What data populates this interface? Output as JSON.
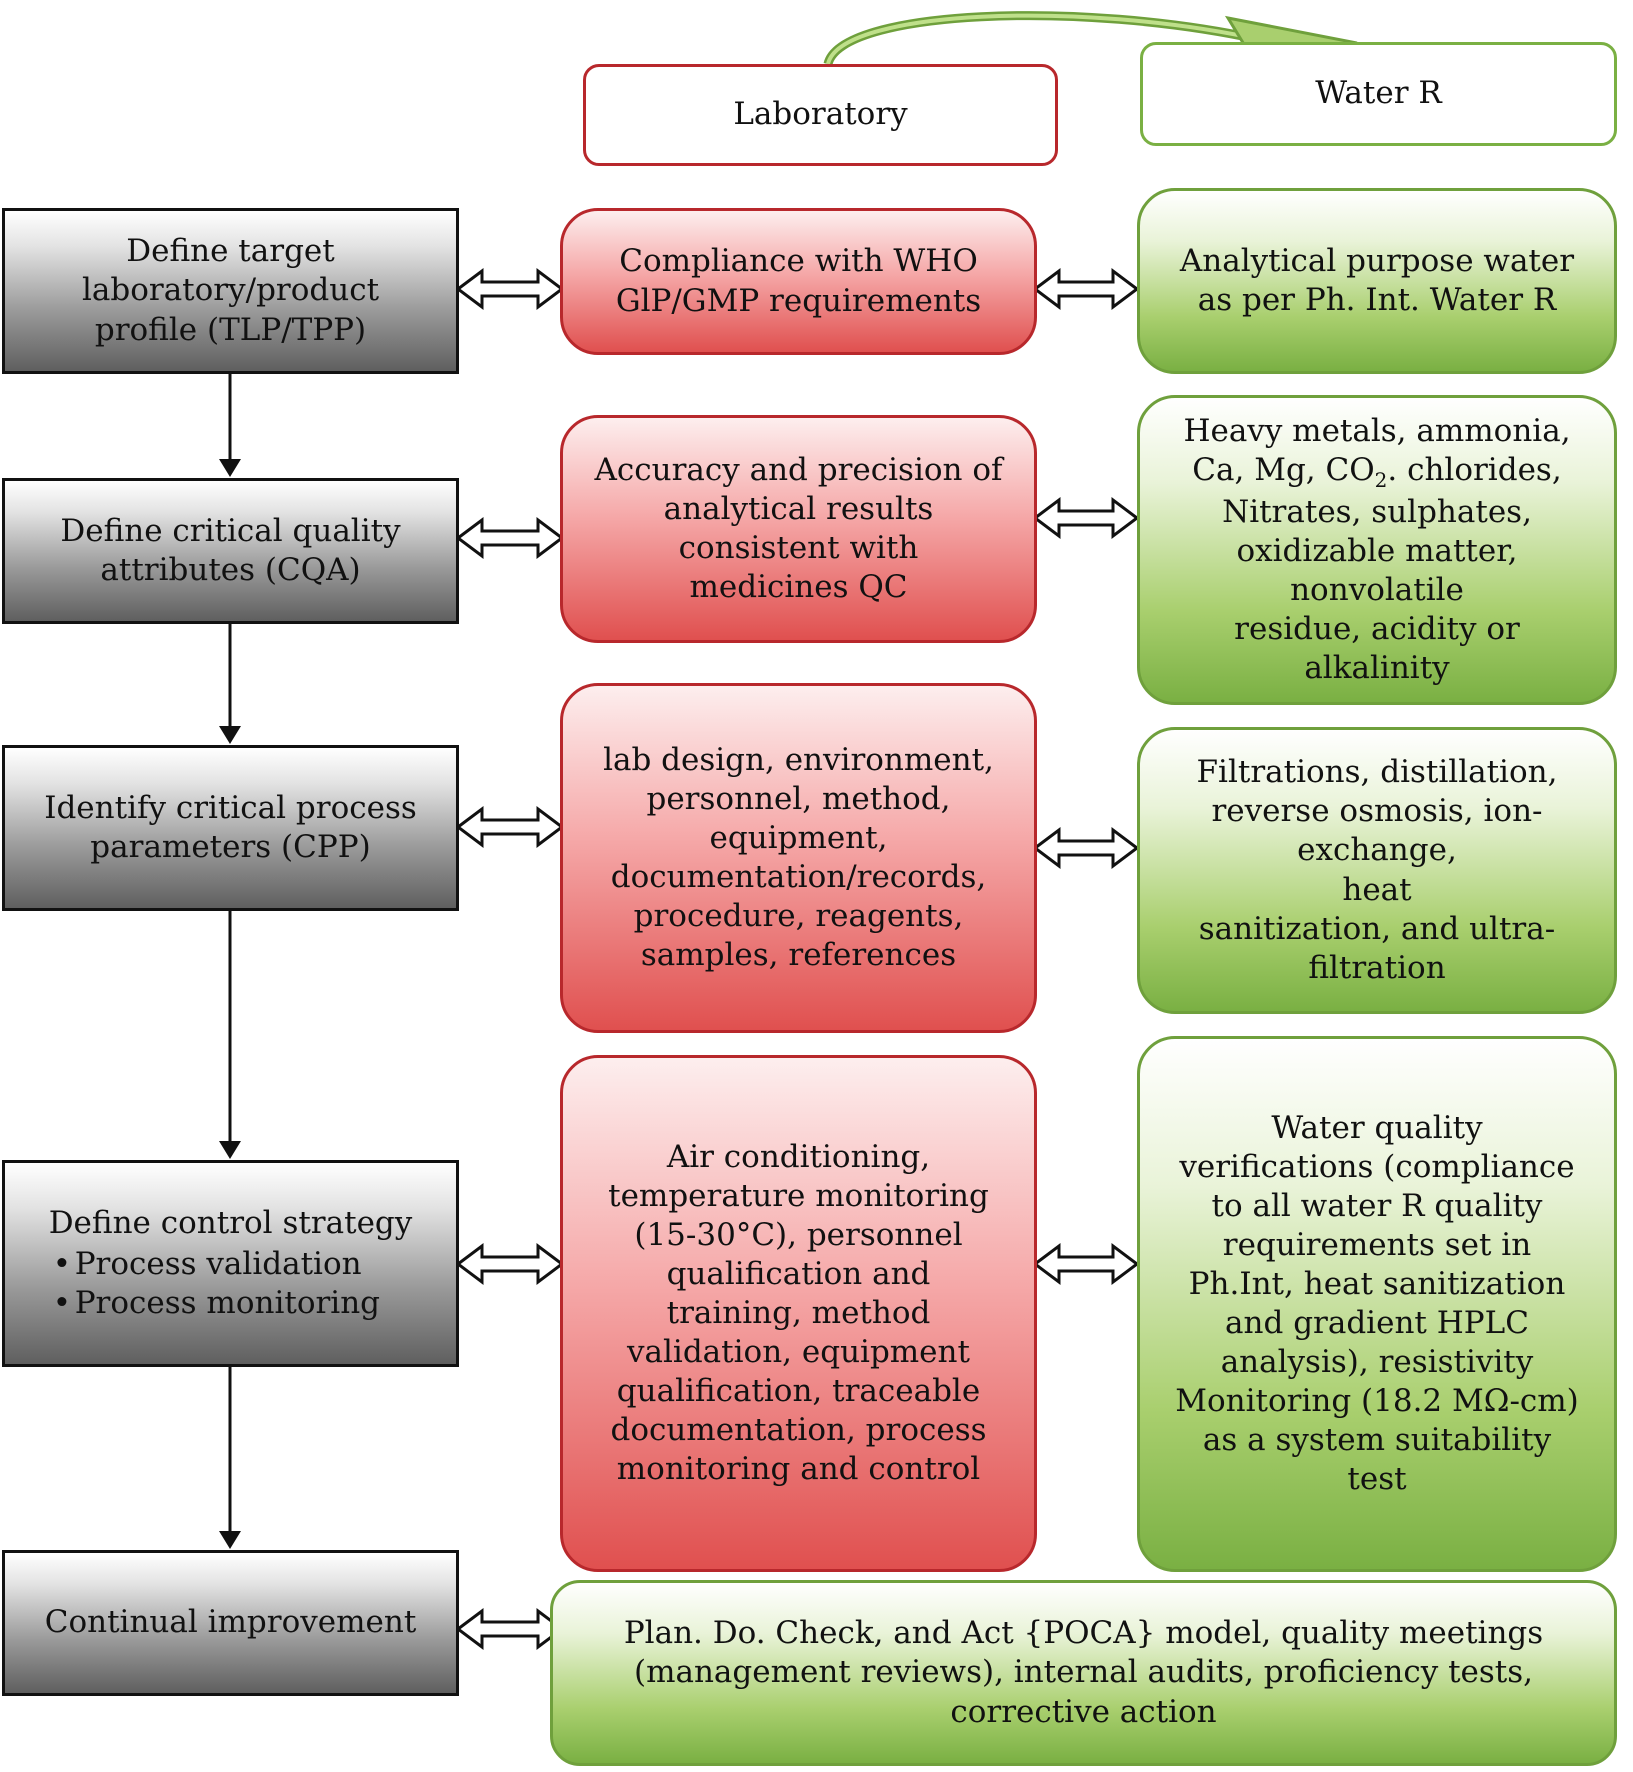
{
  "headers": {
    "lab": "Laboratory",
    "water": "Water R"
  },
  "steps": [
    {
      "label": "Define target\nlaboratory/product\nprofile (TLP/TPP)"
    },
    {
      "label": "Define critical quality\nattributes (CQA)"
    },
    {
      "label": "Identify critical process\nparameters (CPP)"
    },
    {
      "label": "Define control strategy",
      "bullets": [
        "Process validation",
        "Process monitoring"
      ]
    },
    {
      "label": "Continual improvement"
    }
  ],
  "lab": [
    "Compliance with WHO\nGlP/GMP requirements",
    "Accuracy and precision of\nanalytical results\nconsistent with\nmedicines QC",
    "lab design, environment,\npersonnel, method,\nequipment,\ndocumentation/records,\nprocedure, reagents,\nsamples, references",
    "Air conditioning,\ntemperature monitoring\n(15-30°C), personnel\nqualification and\ntraining, method\nvalidation, equipment\nqualification, traceable\ndocumentation, process\nmonitoring and control"
  ],
  "water": [
    "Analytical purpose water\nas per Ph. Int. Water R",
    {
      "pre": "Heavy metals, ammonia,\nCa, Mg, CO",
      "sub": "2",
      "post": ". chlorides,\nNitrates, sulphates,\noxidizable matter, nonvolatile\nresidue, acidity or\nalkalinity"
    },
    "Filtrations, distillation,\nreverse osmosis, ion-\nexchange,\nheat\nsanitization, and ultra-\nfiltration",
    "Water quality\nverifications (compliance\nto all water R quality\nrequirements set in\nPh.Int, heat sanitization\nand gradient HPLC\nanalysis), resistivity\nMonitoring (18.2 MΩ-cm)\nas a system suitability\ntest"
  ],
  "improvement": "Plan. Do. Check, and Act {POCA} model, quality meetings\n(management reviews), internal audits, proficiency tests,\ncorrective action"
}
